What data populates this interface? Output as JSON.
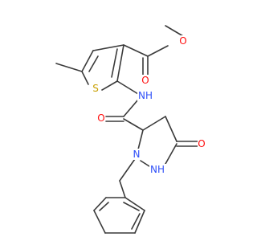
{
  "molecule": {
    "atom_labels": {
      "ester_carbonyl_o": "O",
      "ester_ether_o": "O",
      "thiophene_s": "S",
      "amide_nh": "NH",
      "amide_o": "O",
      "ring_n": "N",
      "ring_nh": "NH",
      "ring_o": "O"
    },
    "colors": {
      "bond": "#3a3a3a",
      "oxygen": "#ff0d0d",
      "nitrogen": "#3050f8",
      "sulfur": "#c8a000"
    }
  }
}
